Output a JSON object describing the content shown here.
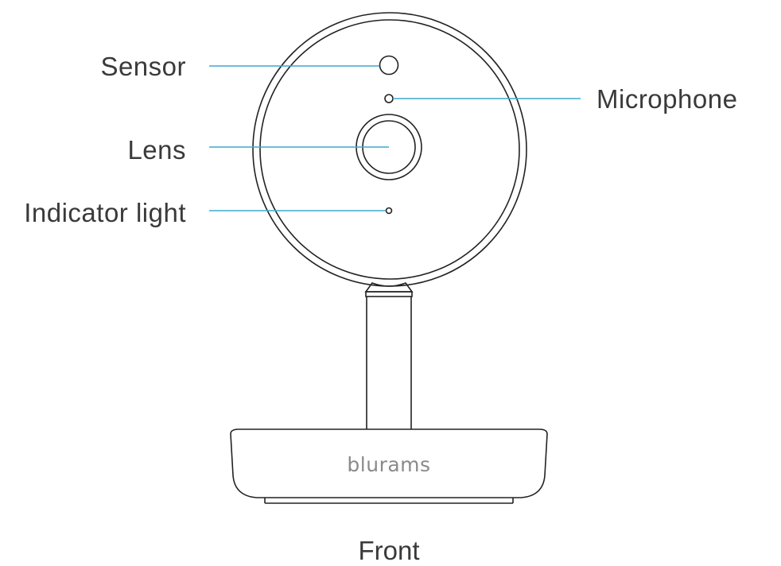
{
  "labels": {
    "sensor": "Sensor",
    "microphone": "Microphone",
    "lens": "Lens",
    "indicator_light": "Indicator light"
  },
  "brand": "blurams",
  "caption": "Front",
  "colors": {
    "leader_line": "#3fa9cf",
    "outline": "#222222",
    "text": "#3a3a3a",
    "brand_text": "#8a8a8a"
  }
}
